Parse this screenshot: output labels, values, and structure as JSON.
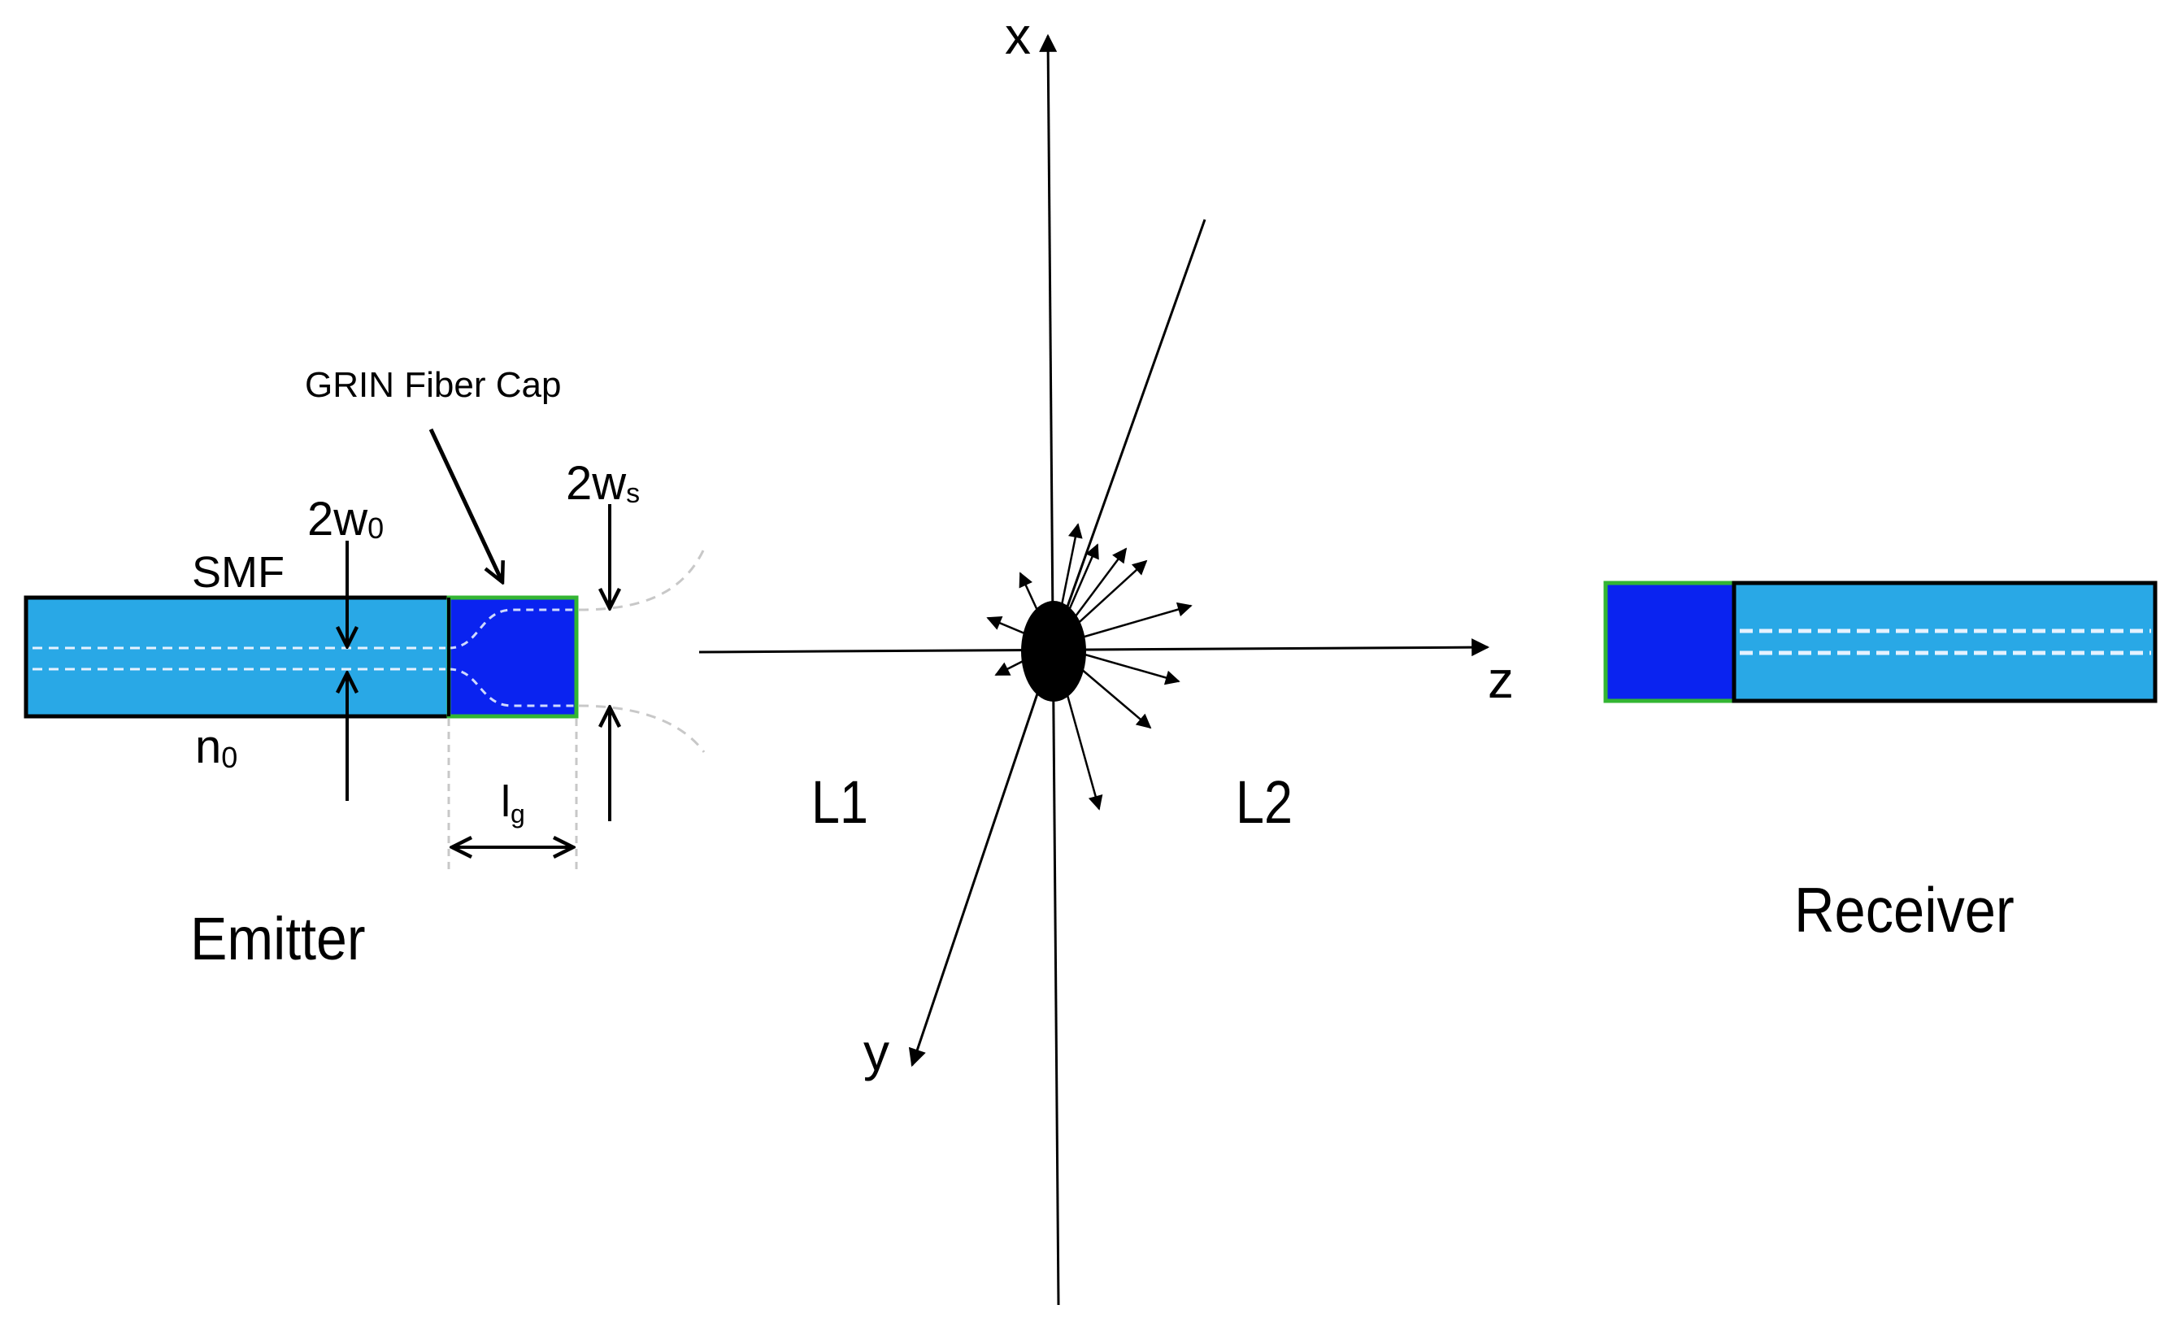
{
  "colors": {
    "smf_fill": "#29a8e6",
    "grin_fill": "#0a23f0",
    "grin_border": "#33b533",
    "outline": "#000000",
    "core_line": "#e6f2ff",
    "guide_line": "#c8c8c8",
    "particle": "#000000"
  },
  "labels": {
    "grin_fiber_cap": "GRIN Fiber Cap",
    "two_w0_main": "2w",
    "two_w0_sub": "0",
    "smf": "SMF",
    "n0_main": "n",
    "n0_sub": "0",
    "two_ws_main": "2w",
    "two_ws_sub": "s",
    "lg_main": "l",
    "lg_sub": "g",
    "emitter": "Emitter",
    "receiver": "Receiver",
    "l1": "L1",
    "l2": "L2",
    "axis_x": "x",
    "axis_y": "y",
    "axis_z": "z"
  }
}
